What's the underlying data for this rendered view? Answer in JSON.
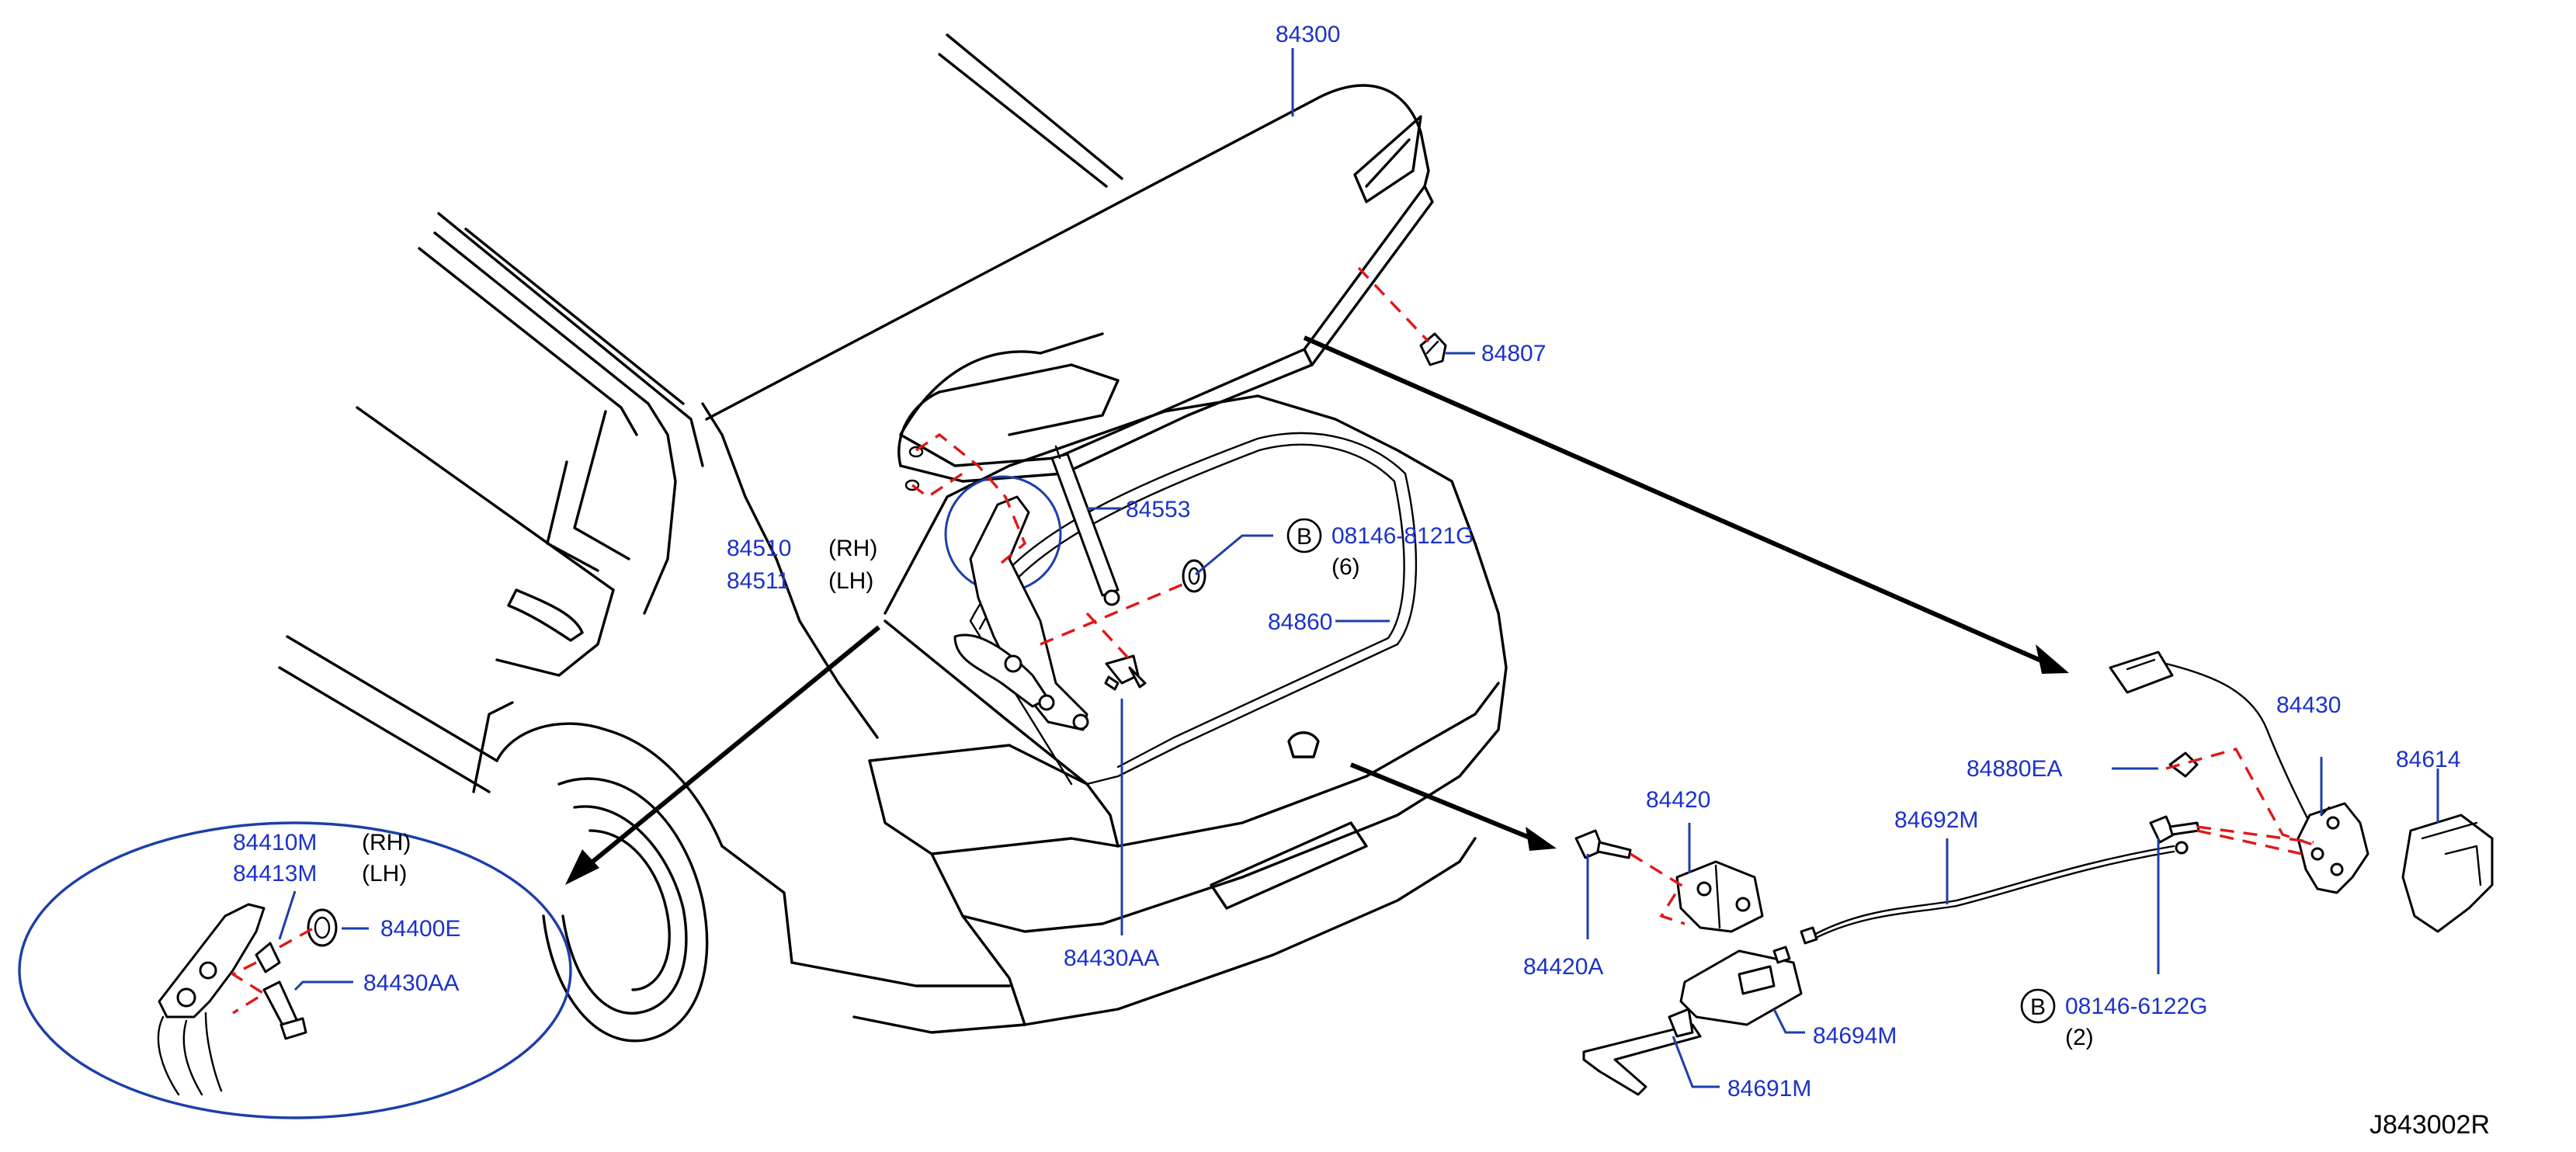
{
  "accent_color": "#1c32c8",
  "callout_color": "#e01818",
  "labels": {
    "p84300": "84300",
    "p84807": "84807",
    "p84553": "84553",
    "p84510": "84510",
    "p84510_side": "(RH)",
    "p84511": "84511",
    "p84511_side": "(LH)",
    "bolt_b1": "08146-8121G",
    "bolt_b1_qty": "(6)",
    "p84860": "84860",
    "p84430AA_main": "84430AA",
    "p84410M": "84410M",
    "p84410M_side": "(RH)",
    "p84413M": "84413M",
    "p84413M_side": "(LH)",
    "p84400E": "84400E",
    "p84430AA_detail": "84430AA",
    "p84420": "84420",
    "p84420A": "84420A",
    "p84692M": "84692M",
    "p84880EA": "84880EA",
    "p84430": "84430",
    "p84614": "84614",
    "bolt_b2": "08146-6122G",
    "bolt_b2_qty": "(2)",
    "p84694M": "84694M",
    "p84691M": "84691M",
    "bolt_symbol": "B",
    "drawing_code": "J843002R"
  }
}
